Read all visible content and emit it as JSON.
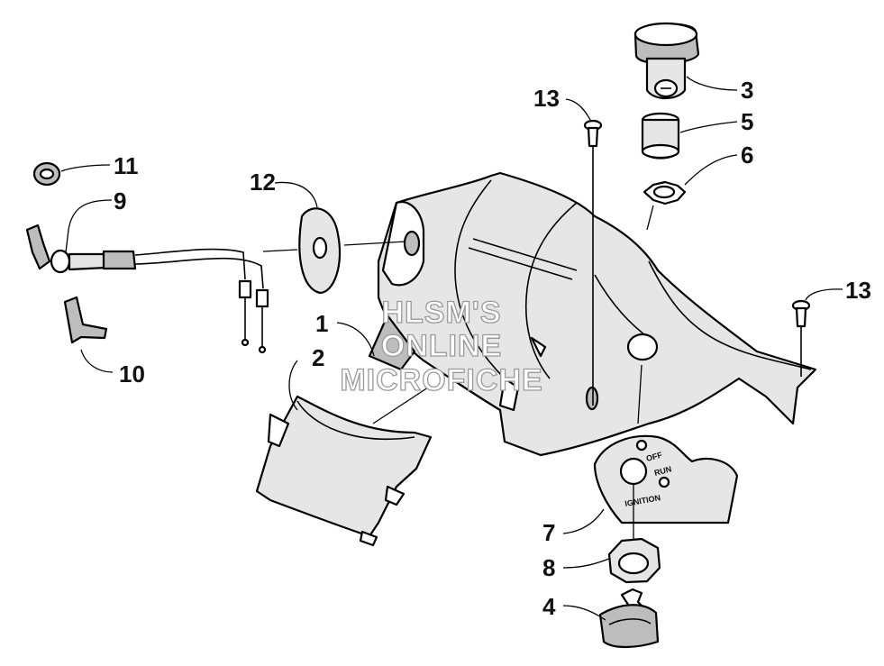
{
  "callouts": [
    "1",
    "2",
    "3",
    "4",
    "5",
    "6",
    "7",
    "8",
    "9",
    "10",
    "11",
    "12",
    "13",
    "13"
  ],
  "ignition_plate": {
    "off": "OFF",
    "run": "RUN",
    "ignition": "IGNITION"
  },
  "watermark": [
    "HLSM'S",
    "ONLINE",
    "MICROFICHE"
  ]
}
